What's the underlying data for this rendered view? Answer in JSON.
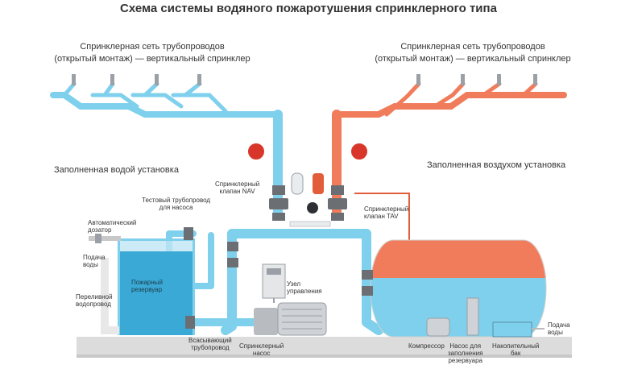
{
  "title": "Схема системы водяного пожаротушения спринклерного типа",
  "colors": {
    "water": "#7fd0ec",
    "water_dark": "#3aa9d6",
    "air": "#f07c5b",
    "air_dark": "#e25d3a",
    "floor": "#dcdcdc",
    "machine": "#cfd2d6",
    "valve": "#6b6f74",
    "gauge": "#d9362b"
  },
  "labels": {
    "net_left_1": "Спринклерная сеть трубопроводов",
    "net_left_2": "(открытый монтаж) — вертикальный спринклер",
    "net_right_1": "Спринклерная сеть трубопроводов",
    "net_right_2": "(открытый монтаж) — вертикальный спринклер",
    "water_install": "Заполненная водой установка",
    "air_install": "Заполненная воздухом установка",
    "nav_1": "Спринклерный",
    "nav_2": "клапан NAV",
    "tav_1": "Спринклерный",
    "tav_2": "клапан TAV",
    "test_1": "Тестовый трубопровод",
    "test_2": "для насоса",
    "doser_1": "Автоматический",
    "doser_2": "дозатор",
    "supply_left_1": "Подача",
    "supply_left_2": "воды",
    "overflow_1": "Переливной",
    "overflow_2": "водопровод",
    "reservoir_1": "Пожарный",
    "reservoir_2": "резервуар",
    "suction_1": "Всасывающий",
    "suction_2": "трубопровод",
    "pump_1": "Спринклерный",
    "pump_2": "насос",
    "control_1": "Узел",
    "control_2": "управления",
    "compressor": "Компрессор",
    "fill_pump_1": "Насос для",
    "fill_pump_2": "заполнения",
    "fill_pump_3": "резервуара",
    "storage_1": "Накопительный",
    "storage_2": "бак",
    "supply_right_1": "Подача",
    "supply_right_2": "воды"
  }
}
